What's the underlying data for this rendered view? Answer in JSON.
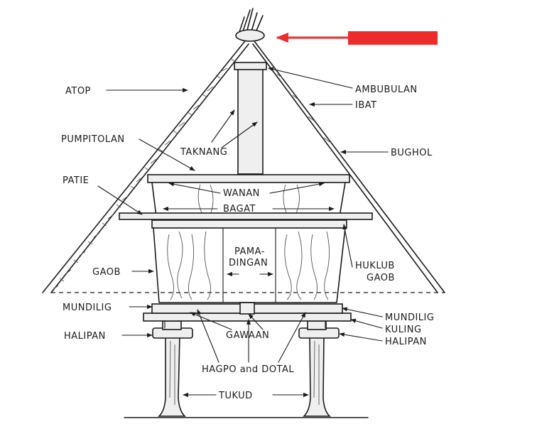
{
  "labels": {
    "atop": "ATOP",
    "pumpitolan": "PUMPITOLAN",
    "patie": "PATIE",
    "gaob_left": "GAOB",
    "mundilig_left": "MUNDILIG",
    "halipan_left": "HALIPAN",
    "ambubulan": "AMBUBULAN",
    "ibat": "IBAT",
    "bughol": "BUGHOL",
    "huklub": "HUKLUB",
    "gaob_right": "GAOB",
    "mundilig_right": "MUNDILIG",
    "kulung": "KULING",
    "halipan_right": "HALIPAN",
    "taknang": "TAKNANG",
    "wanan": "WANAN",
    "bagat": "BAGAT",
    "pamadingan_1": "PAMA-",
    "pamadingan_2": "DINGAN",
    "gawaan": "GAWAAN",
    "hagpo_dotal": "HAGPO and DOTAL",
    "tukud": "TUKUD"
  },
  "colors": {
    "ink": "#1a1a1a",
    "redact": "#ee2b2b",
    "background": "#ffffff"
  }
}
